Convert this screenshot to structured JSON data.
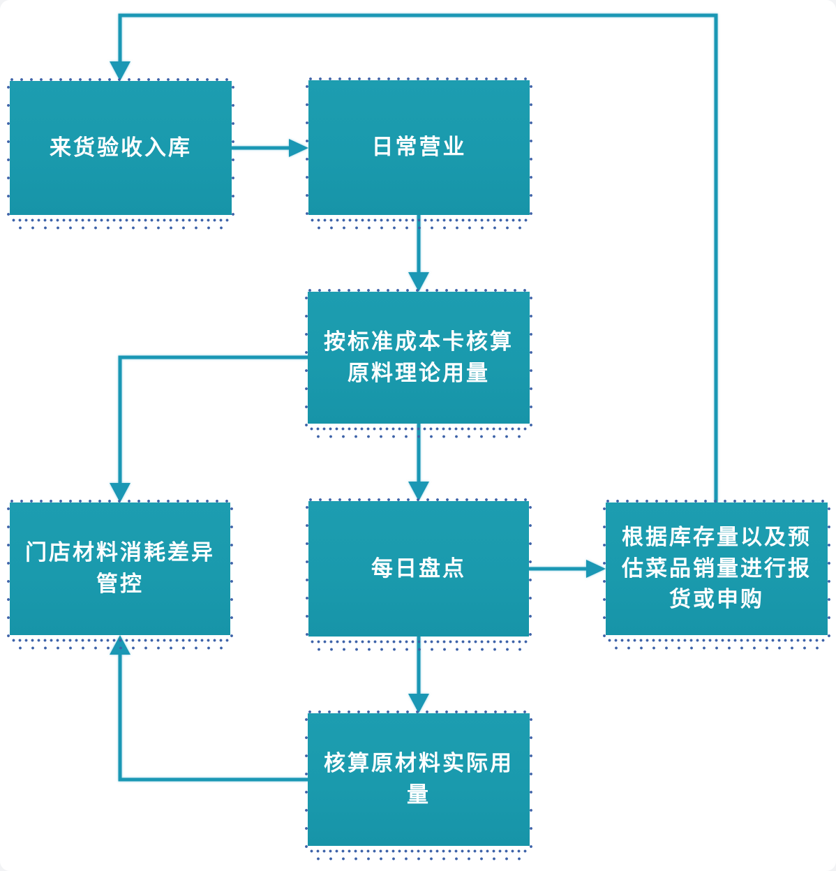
{
  "diagram": {
    "type": "flowchart",
    "colors": {
      "node_fill": "#1a9aad",
      "node_text": "#ffffff",
      "border_dots": "#3d62a8",
      "connectors": "#1a97b4",
      "background": "#ffffff"
    },
    "nodes": [
      {
        "id": "goods-receiving",
        "label": "来货验收入库"
      },
      {
        "id": "daily-business",
        "label": "日常营业"
      },
      {
        "id": "theoretical-usage",
        "label": "按标准成本卡核算\n原料理论用量"
      },
      {
        "id": "variance-control",
        "label": "门店材料消耗差异\n管控"
      },
      {
        "id": "daily-stocktake",
        "label": "每日盘点"
      },
      {
        "id": "replenishment",
        "label": "根据库存量以及预\n估菜品销量进行报\n货或申购"
      },
      {
        "id": "actual-usage",
        "label": "核算原材料实际用\n量"
      }
    ],
    "edges": [
      {
        "from": "goods-receiving",
        "to": "daily-business"
      },
      {
        "from": "daily-business",
        "to": "theoretical-usage"
      },
      {
        "from": "theoretical-usage",
        "to": "variance-control"
      },
      {
        "from": "theoretical-usage",
        "to": "daily-stocktake"
      },
      {
        "from": "daily-stocktake",
        "to": "replenishment"
      },
      {
        "from": "daily-stocktake",
        "to": "actual-usage"
      },
      {
        "from": "actual-usage",
        "to": "variance-control"
      },
      {
        "from": "replenishment",
        "to": "goods-receiving"
      }
    ]
  }
}
